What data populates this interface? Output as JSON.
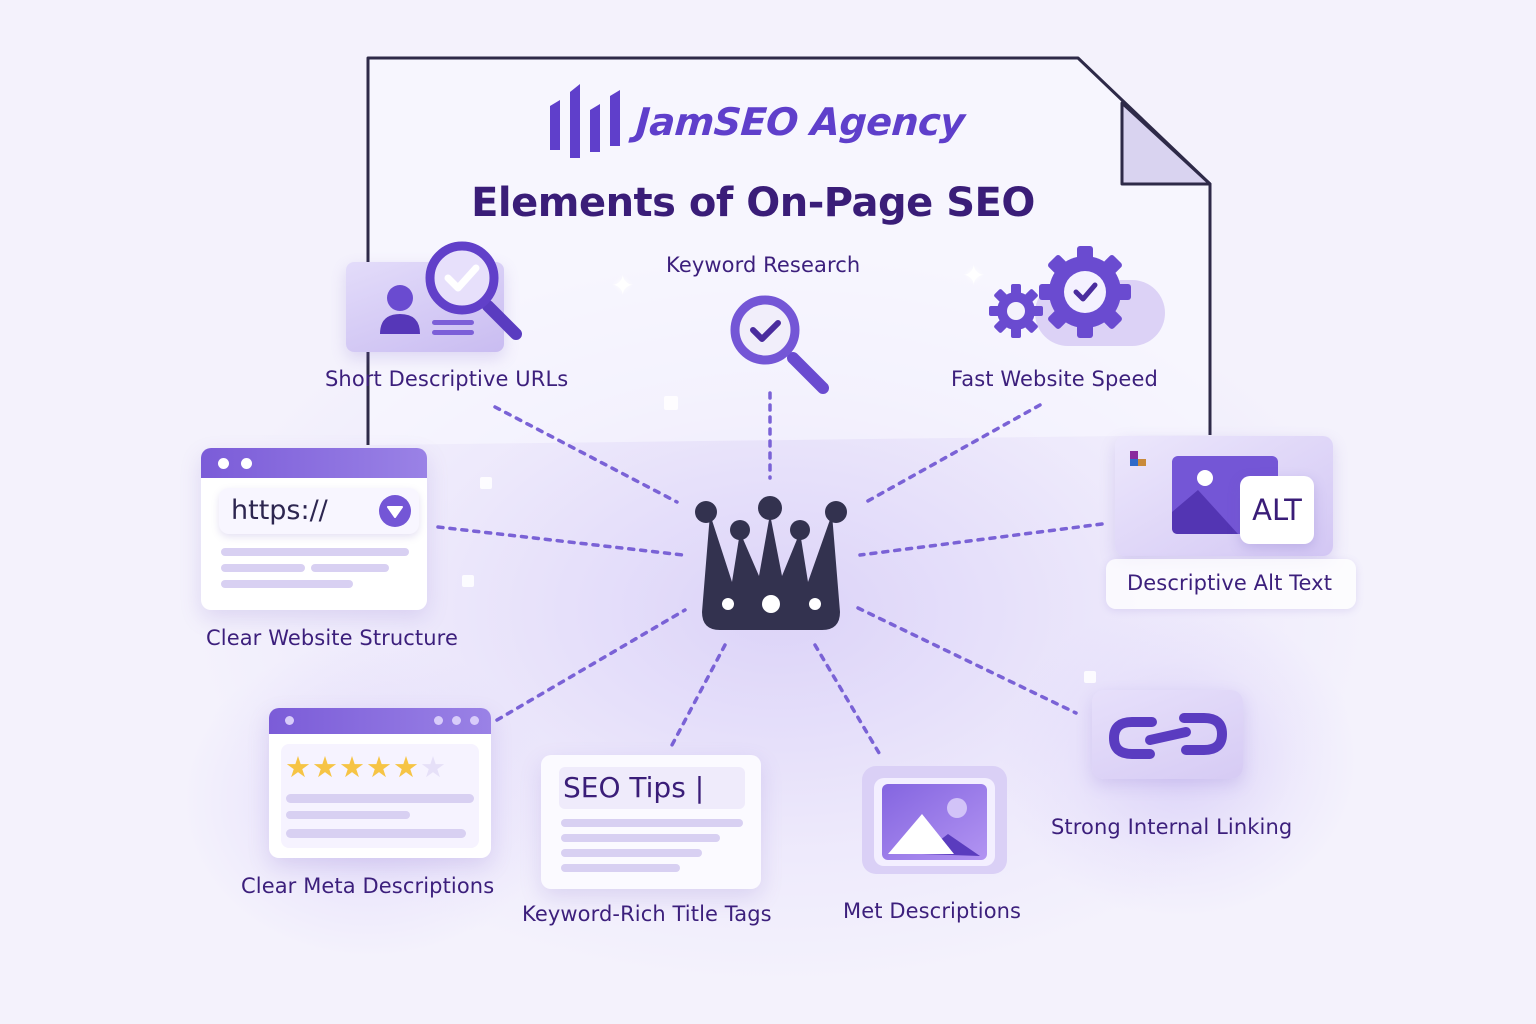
{
  "brand": {
    "name": "JamSEO Agency",
    "logo_icon": "bar-chart-logo-icon",
    "color": "#5F3FCB"
  },
  "title": "Elements of On-Page SEO",
  "hub": {
    "icon": "crown-icon",
    "color": "#33324F"
  },
  "colors": {
    "background": "#F4F2FC",
    "accent": "#6A4BD0",
    "text": "#3C1F7C",
    "connector": "#7A62D6",
    "document_outline": "#2E2A48",
    "star_filled": "#F6C445",
    "star_empty": "#E6E0F8"
  },
  "elements": [
    {
      "id": "short-descriptive-urls",
      "label": "Short Descriptive URLs",
      "icon": "profile-search-check-icon"
    },
    {
      "id": "keyword-research",
      "label": "Keyword Research",
      "icon": "magnifier-check-icon"
    },
    {
      "id": "fast-website-speed",
      "label": "Fast Website Speed",
      "icon": "gears-check-icon"
    },
    {
      "id": "clear-website-structure",
      "label": "Clear Website Structure",
      "icon": "browser-url-icon",
      "url_text": "https://"
    },
    {
      "id": "descriptive-alt-text",
      "label": "Descriptive Alt Text",
      "icon": "image-alt-icon",
      "badge_text": "ALT"
    },
    {
      "id": "clear-meta-descriptions",
      "label": "Clear Meta Descriptions",
      "icon": "browser-rating-icon",
      "rating": 5,
      "rating_max": 6
    },
    {
      "id": "keyword-rich-title-tags",
      "label": "Keyword-Rich Title Tags",
      "icon": "title-tag-card-icon",
      "title_text": "SEO Tips |"
    },
    {
      "id": "met-descriptions",
      "label": "Met Descriptions",
      "icon": "image-icon"
    },
    {
      "id": "strong-internal-linking",
      "label": "Strong Internal Linking",
      "icon": "chain-link-icon"
    }
  ]
}
